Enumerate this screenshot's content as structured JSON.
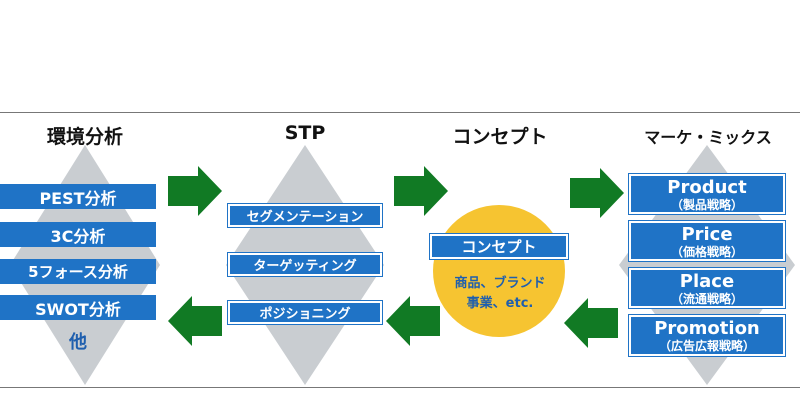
{
  "colors": {
    "bar_blue": "#1f73c6",
    "diamond_grey": "#c9cdd1",
    "arrow_green": "#117a24",
    "circle_yellow": "#f6c431",
    "circle_text": "#1f5fae"
  },
  "columns": {
    "env": {
      "title": "環境分析",
      "items": [
        "PEST分析",
        "3C分析",
        "5フォース分析",
        "SWOT分析"
      ],
      "other": "他"
    },
    "stp": {
      "title": "STP",
      "items": [
        "セグメンテーション",
        "ターゲッティング",
        "ポジショニング"
      ]
    },
    "concept": {
      "title": "コンセプト",
      "label": "コンセプト",
      "desc_line1": "商品、ブランド",
      "desc_line2": "事業、etc."
    },
    "mix": {
      "title": "マーケ・ミックス",
      "items": [
        {
          "name": "Product",
          "sub": "（製品戦略）"
        },
        {
          "name": "Price",
          "sub": "（価格戦略）"
        },
        {
          "name": "Place",
          "sub": "（流通戦略）"
        },
        {
          "name": "Promotion",
          "sub": "（広告広報戦略）"
        }
      ]
    }
  },
  "arrows": {
    "forward": [
      "env-to-stp",
      "stp-to-concept",
      "concept-to-mix"
    ],
    "backward": [
      "stp-to-env",
      "concept-to-stp",
      "mix-to-concept"
    ]
  }
}
